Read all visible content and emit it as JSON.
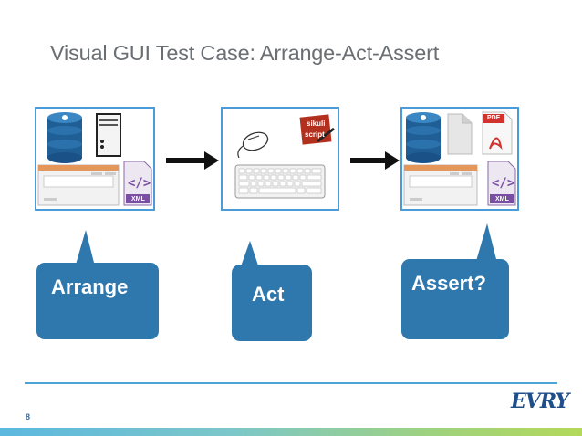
{
  "slide": {
    "title": "Visual GUI Test Case: Arrange-Act-Assert",
    "page_number": "8",
    "logo_text": "EVRY"
  },
  "panels": {
    "arrange": {
      "xml_label": "XML"
    },
    "act": {
      "sikuli_label_1": "sikuli",
      "sikuli_label_2": "script"
    },
    "assert": {
      "pdf_label": "PDF",
      "xml_label": "XML"
    }
  },
  "bubbles": {
    "arrange": "Arrange",
    "act": "Act",
    "assert": "Assert?"
  },
  "colors": {
    "accent": "#4a9bd8",
    "bubble": "#2f78ad",
    "title": "#6b6f73"
  }
}
